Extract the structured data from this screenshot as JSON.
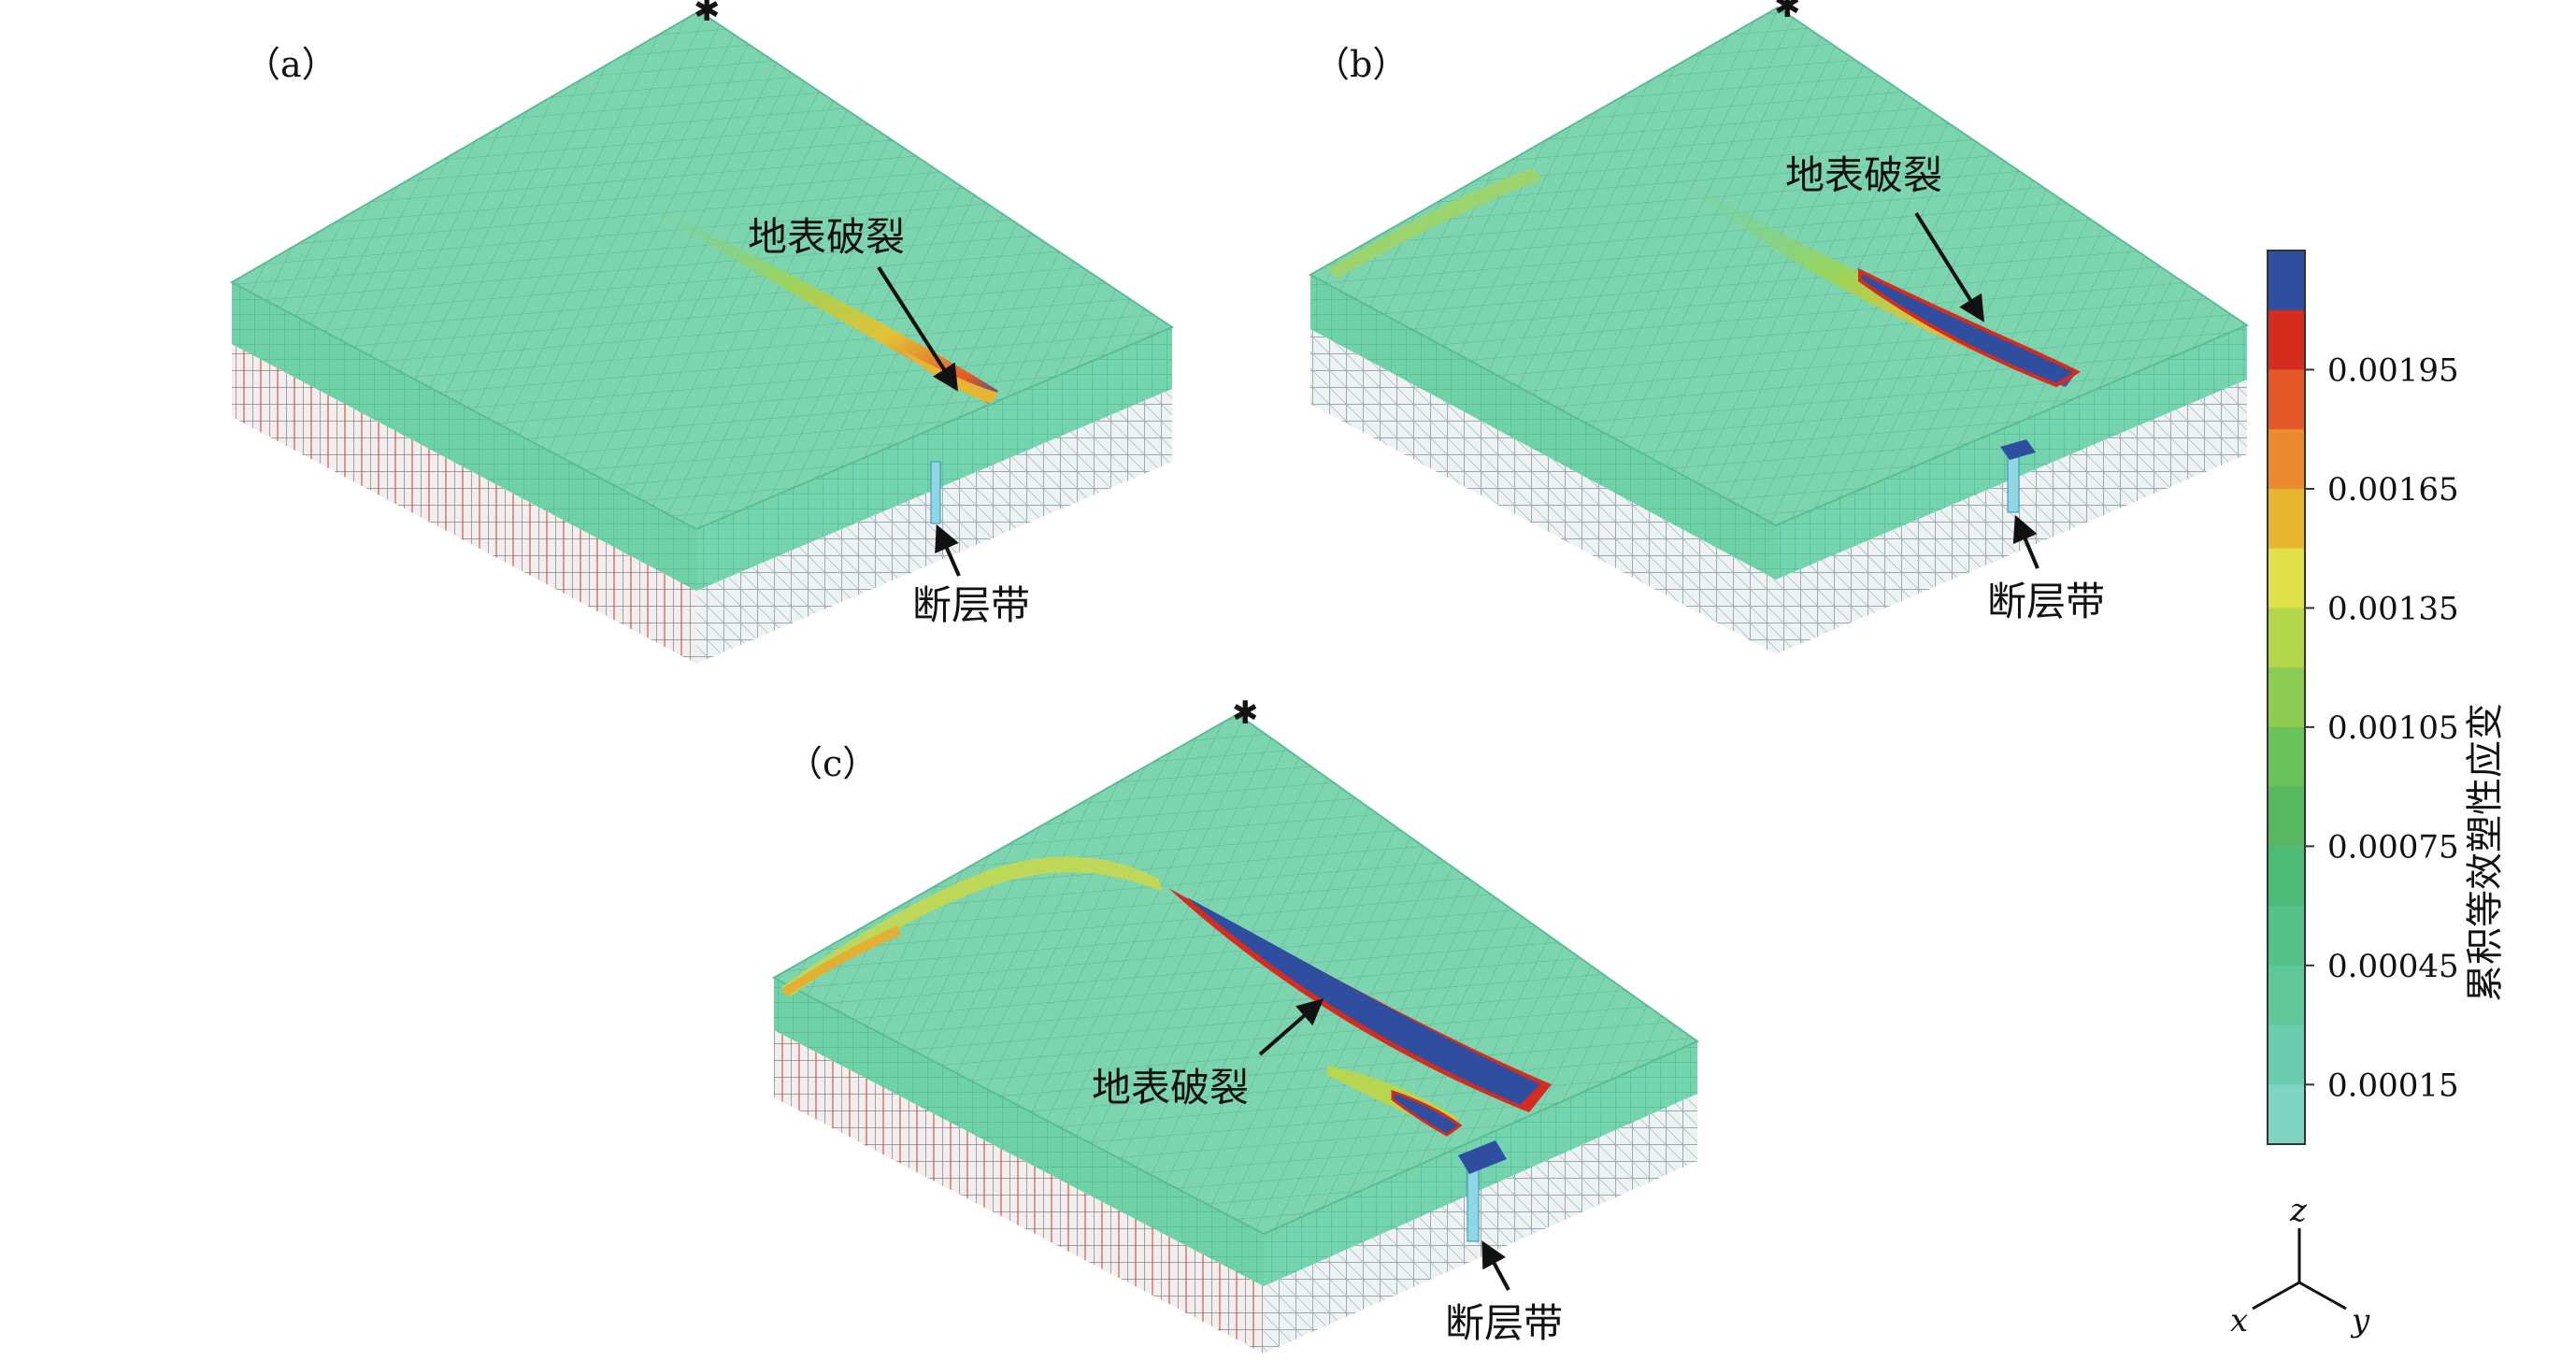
{
  "panels": [
    {
      "id": "a",
      "label": "（a）",
      "surface_label": "地表破裂",
      "fault_label": "断层带"
    },
    {
      "id": "b",
      "label": "（b）",
      "surface_label": "地表破裂",
      "fault_label": "断层带"
    },
    {
      "id": "c",
      "label": "（c）",
      "surface_label": "地表破裂",
      "fault_label": "断层带"
    }
  ],
  "colorbar": {
    "title": "累积等效塑性应变",
    "ticks": [
      "0.00195",
      "0.00165",
      "0.00135",
      "0.00105",
      "0.00075",
      "0.00045",
      "0.00015"
    ],
    "colors": [
      "#2f4ea0",
      "#d62b1f",
      "#e4582a",
      "#eb8a2e",
      "#e8b531",
      "#dfe04a",
      "#b3d64a",
      "#8dcc52",
      "#6cc25a",
      "#58b862",
      "#4dbb77",
      "#54c28a",
      "#60c79a",
      "#6ccdae",
      "#7fd4c4"
    ]
  },
  "axes": {
    "z": "z",
    "x": "x",
    "y": "y"
  }
}
